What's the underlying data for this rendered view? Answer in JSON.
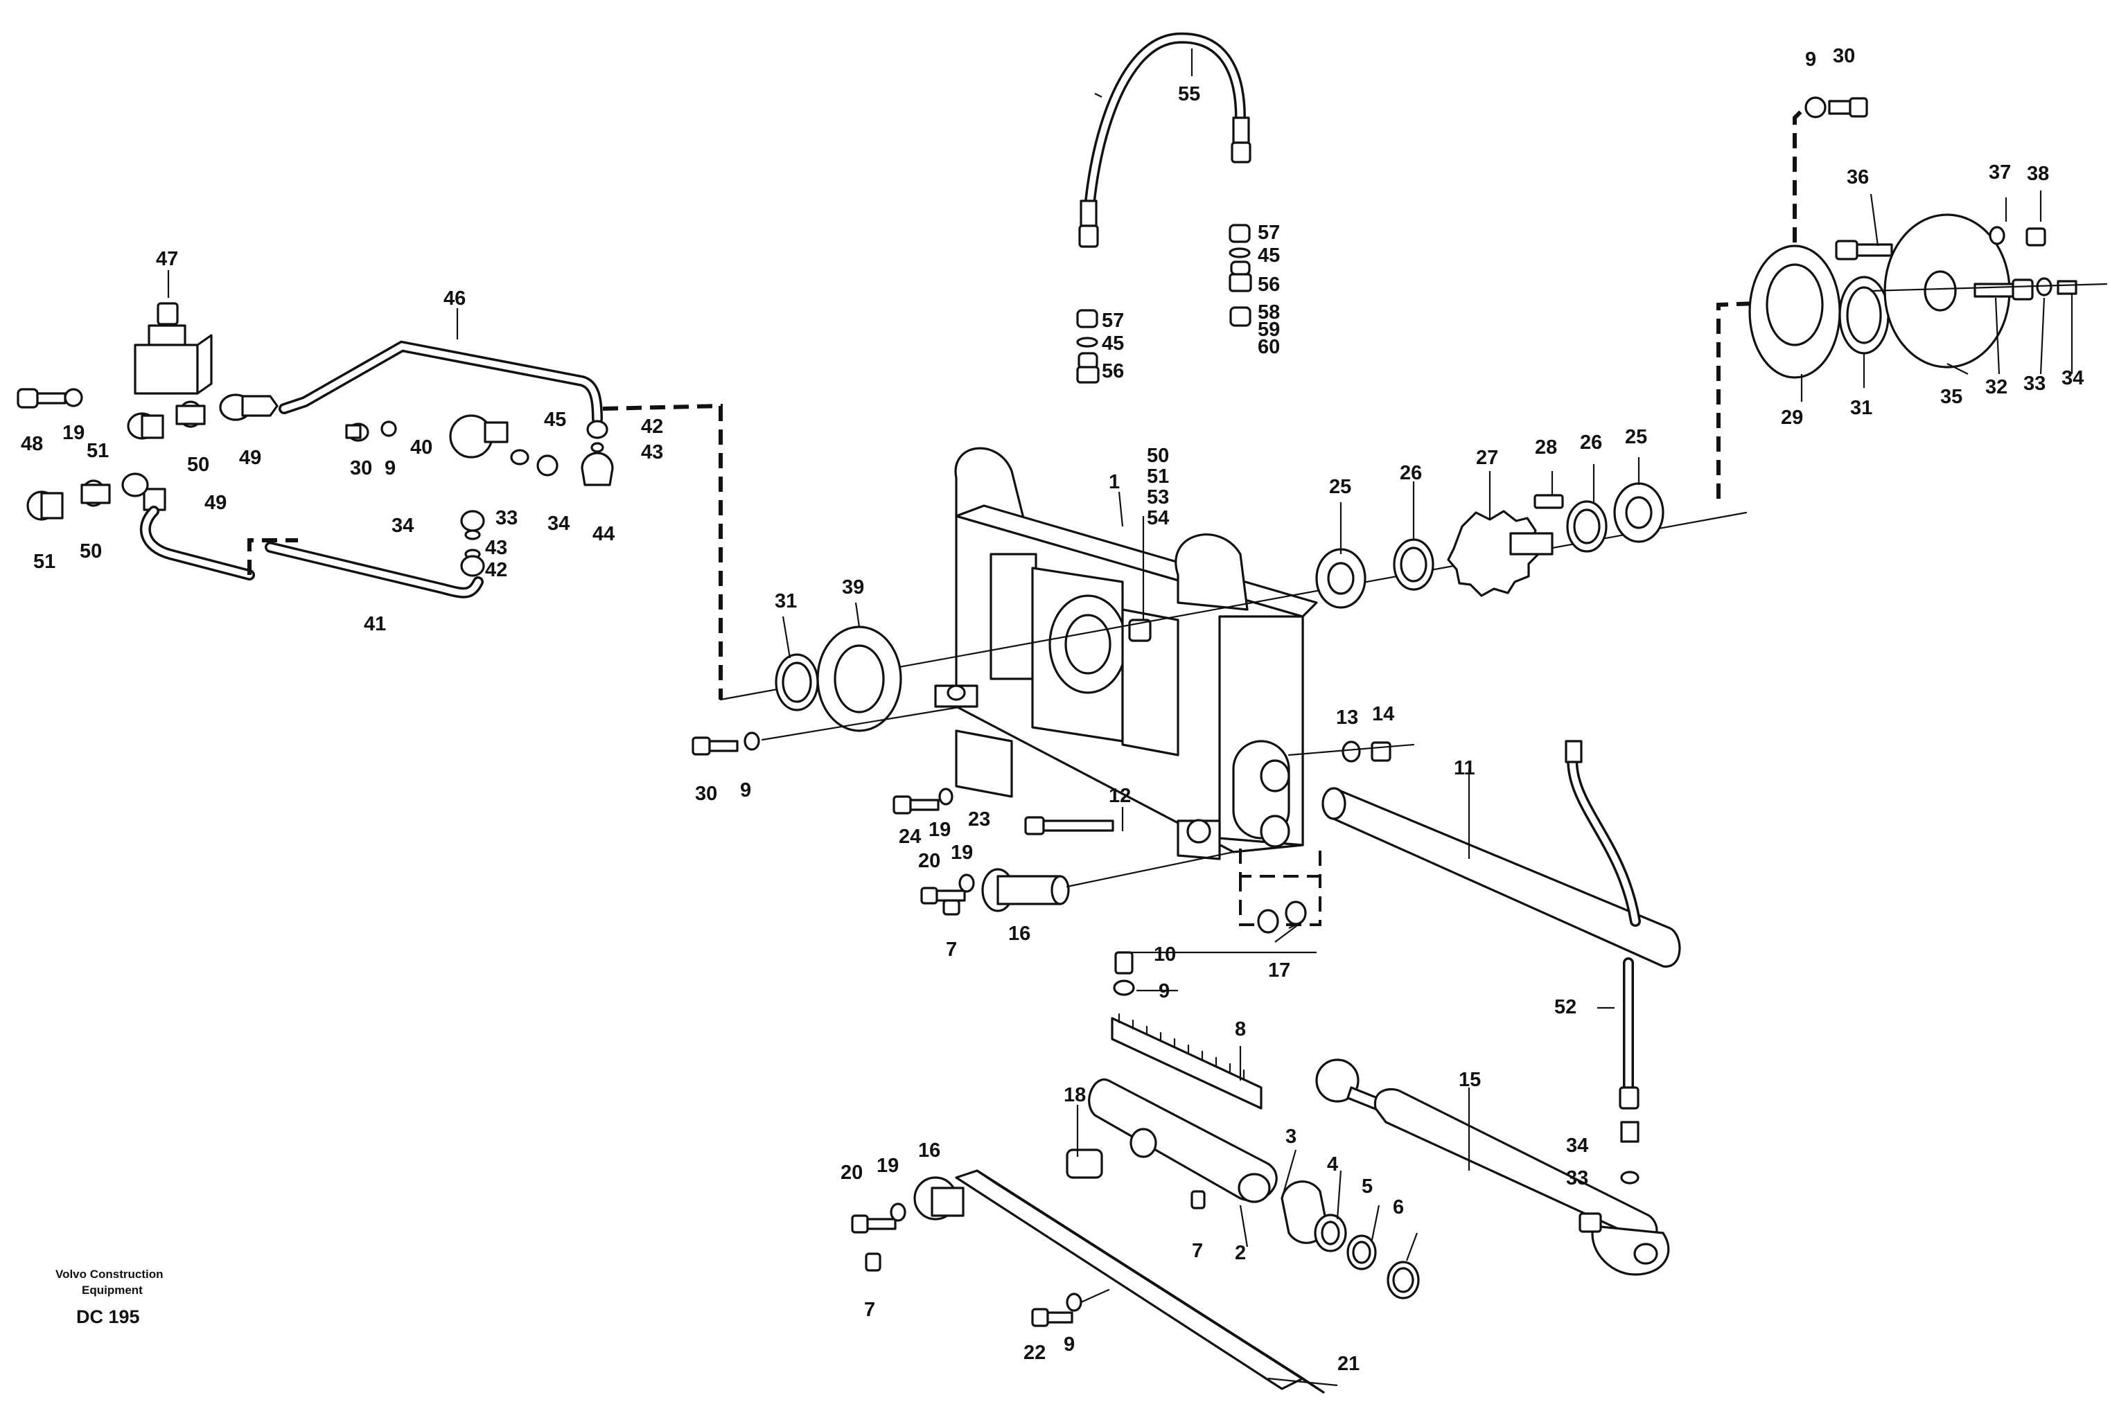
{
  "caption": {
    "line1": "Volvo Construction",
    "line2": "Equipment",
    "code": "DC 195"
  },
  "callouts": {
    "c_47": "47",
    "c_48": "48",
    "c_19a": "19",
    "c_51a": "51",
    "c_50a": "50",
    "c_49a": "49",
    "c_49b": "49",
    "c_51b": "51",
    "c_50b": "50",
    "c_41": "41",
    "c_46": "46",
    "c_42a": "42",
    "c_43a": "43",
    "c_45a": "45",
    "c_30a": "30",
    "c_9a": "9",
    "c_40": "40",
    "c_34a": "34",
    "c_33a": "33",
    "c_34b": "34",
    "c_44": "44",
    "c_43b": "43",
    "c_42b": "42",
    "c_55": "55",
    "c_57a": "57",
    "c_45b": "45",
    "c_56a": "56",
    "c_58": "58",
    "c_59": "59",
    "c_60": "60",
    "c_57b": "57",
    "c_45c": "45",
    "c_56b": "56",
    "c_9b": "9",
    "c_30b": "30",
    "c_36": "36",
    "c_37": "37",
    "c_38": "38",
    "c_29": "29",
    "c_31a": "31",
    "c_35": "35",
    "c_32": "32",
    "c_33b": "33",
    "c_34c": "34",
    "c_50c": "50",
    "c_51c": "51",
    "c_53": "53",
    "c_54": "54",
    "c_1": "1",
    "c_25a": "25",
    "c_26a": "26",
    "c_27": "27",
    "c_28": "28",
    "c_26b": "26",
    "c_25b": "25",
    "c_31b": "31",
    "c_39": "39",
    "c_30c": "30",
    "c_9c": "9",
    "c_13": "13",
    "c_14": "14",
    "c_11": "11",
    "c_12": "12",
    "c_24": "24",
    "c_19b": "19",
    "c_23": "23",
    "c_20a": "20",
    "c_19c": "19",
    "c_7a": "7",
    "c_16a": "16",
    "c_17": "17",
    "c_10": "10",
    "c_9d": "9",
    "c_8": "8",
    "c_52": "52",
    "c_15": "15",
    "c_18": "18",
    "c_3": "3",
    "c_4": "4",
    "c_5": "5",
    "c_6": "6",
    "c_34d": "34",
    "c_33c": "33",
    "c_2": "2",
    "c_7b": "7",
    "c_20b": "20",
    "c_19d": "19",
    "c_16b": "16",
    "c_7c": "7",
    "c_22": "22",
    "c_9e": "9",
    "c_21": "21"
  }
}
